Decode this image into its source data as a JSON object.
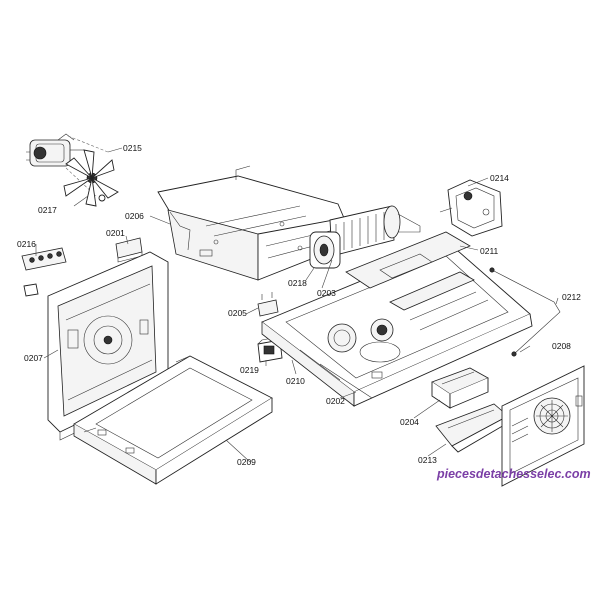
{
  "labels": {
    "l0215": "0215",
    "l0217": "0217",
    "l0206": "0206",
    "l0201": "0201",
    "l0216": "0216",
    "l0207": "0207",
    "l0205": "0205",
    "l0219": "0219",
    "l0210": "0210",
    "l0209": "0209",
    "l0218": "0218",
    "l0203": "0203",
    "l0202": "0202",
    "l0214": "0214",
    "l0211": "0211",
    "l0212": "0212",
    "l0208": "0208",
    "l0204": "0204",
    "l0213": "0213"
  },
  "watermark": "piecesdetachesselec.com",
  "colors": {
    "line": "#222222",
    "watermark": "#7b3fa6"
  }
}
